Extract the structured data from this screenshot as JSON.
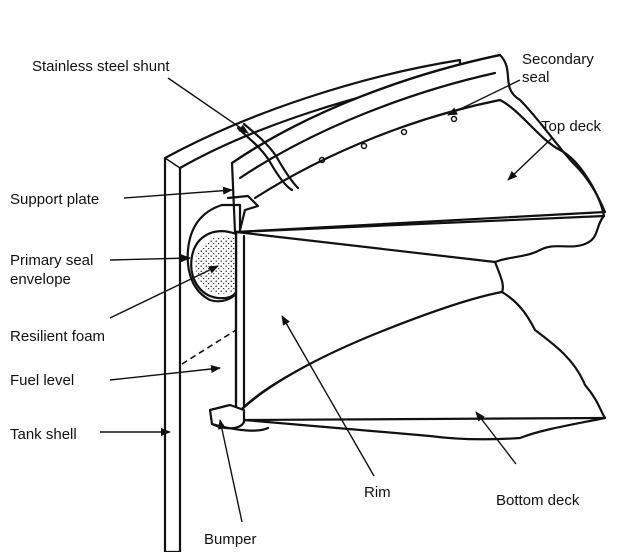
{
  "labels": {
    "stainless_steel_shunt": "Stainless steel shunt",
    "secondary_seal_line1": "Secondary",
    "secondary_seal_line2": "seal",
    "top_deck": "Top deck",
    "support_plate": "Support plate",
    "primary_seal_line1": "Primary seal",
    "primary_seal_line2": "envelope",
    "resilient_foam": "Resilient foam",
    "fuel_level": "Fuel level",
    "tank_shell": "Tank shell",
    "rim": "Rim",
    "bottom_deck": "Bottom deck",
    "bumper": "Bumper"
  },
  "colors": {
    "ink": "#111111",
    "background": "#ffffff"
  }
}
